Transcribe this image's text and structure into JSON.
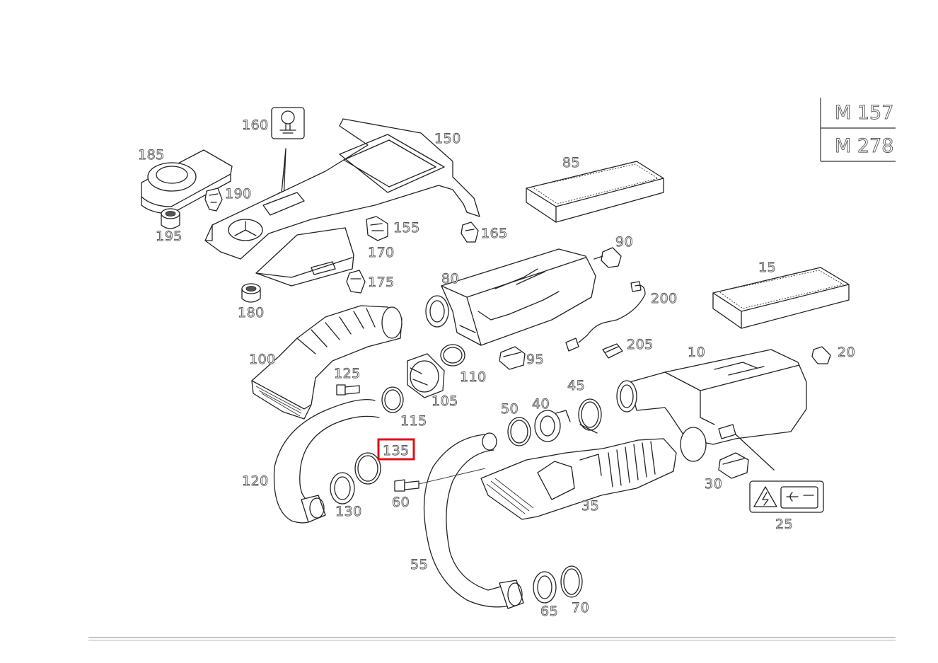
{
  "engine_codes": [
    "M 157",
    "M 278"
  ],
  "highlighted_callout": "135",
  "callouts": {
    "c10": "10",
    "c15": "15",
    "c20": "20",
    "c25": "25",
    "c30": "30",
    "c35": "35",
    "c40": "40",
    "c45": "45",
    "c50": "50",
    "c55": "55",
    "c60": "60",
    "c65": "65",
    "c70": "70",
    "c80": "80",
    "c85": "85",
    "c90": "90",
    "c95": "95",
    "c100": "100",
    "c105": "105",
    "c110": "110",
    "c115": "115",
    "c120": "120",
    "c125": "125",
    "c130": "130",
    "c135": "135",
    "c150": "150",
    "c155": "155",
    "c160": "160",
    "c165": "165",
    "c170": "170",
    "c175": "175",
    "c180": "180",
    "c185": "185",
    "c190": "190",
    "c195": "195",
    "c200": "200",
    "c205": "205"
  },
  "colors": {
    "highlight": "#e0101a",
    "line": "#222222",
    "label_outline": "#555555"
  }
}
